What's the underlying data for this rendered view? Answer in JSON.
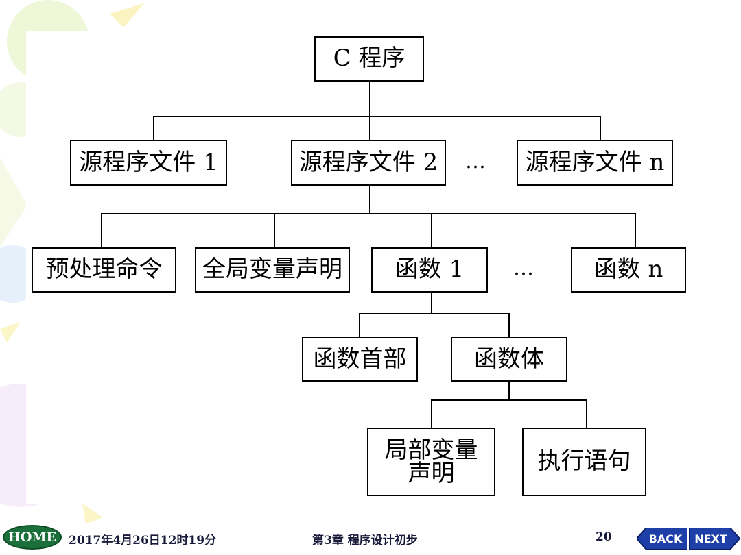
{
  "tree": {
    "root": "C 程序",
    "files": [
      "源程序文件 1",
      "源程序文件 2",
      "源程序文件 n"
    ],
    "file_ellipsis": "…",
    "parts": [
      "预处理命令",
      "全局变量声明",
      "函数 1",
      "函数 n"
    ],
    "parts_ellipsis": "…",
    "function_parts": [
      "函数首部",
      "函数体"
    ],
    "body_parts": [
      "局部变量\n声明",
      "执行语句"
    ]
  },
  "footer": {
    "home_label": "HOME",
    "date": "2017年4月26日12时19分",
    "chapter": "第3章  程序设计初步",
    "page": "20",
    "back_label": "BACK",
    "next_label": "NEXT"
  },
  "colors": {
    "home_green": "#1a6f3a",
    "nav_blue": "#1f3fa8"
  }
}
